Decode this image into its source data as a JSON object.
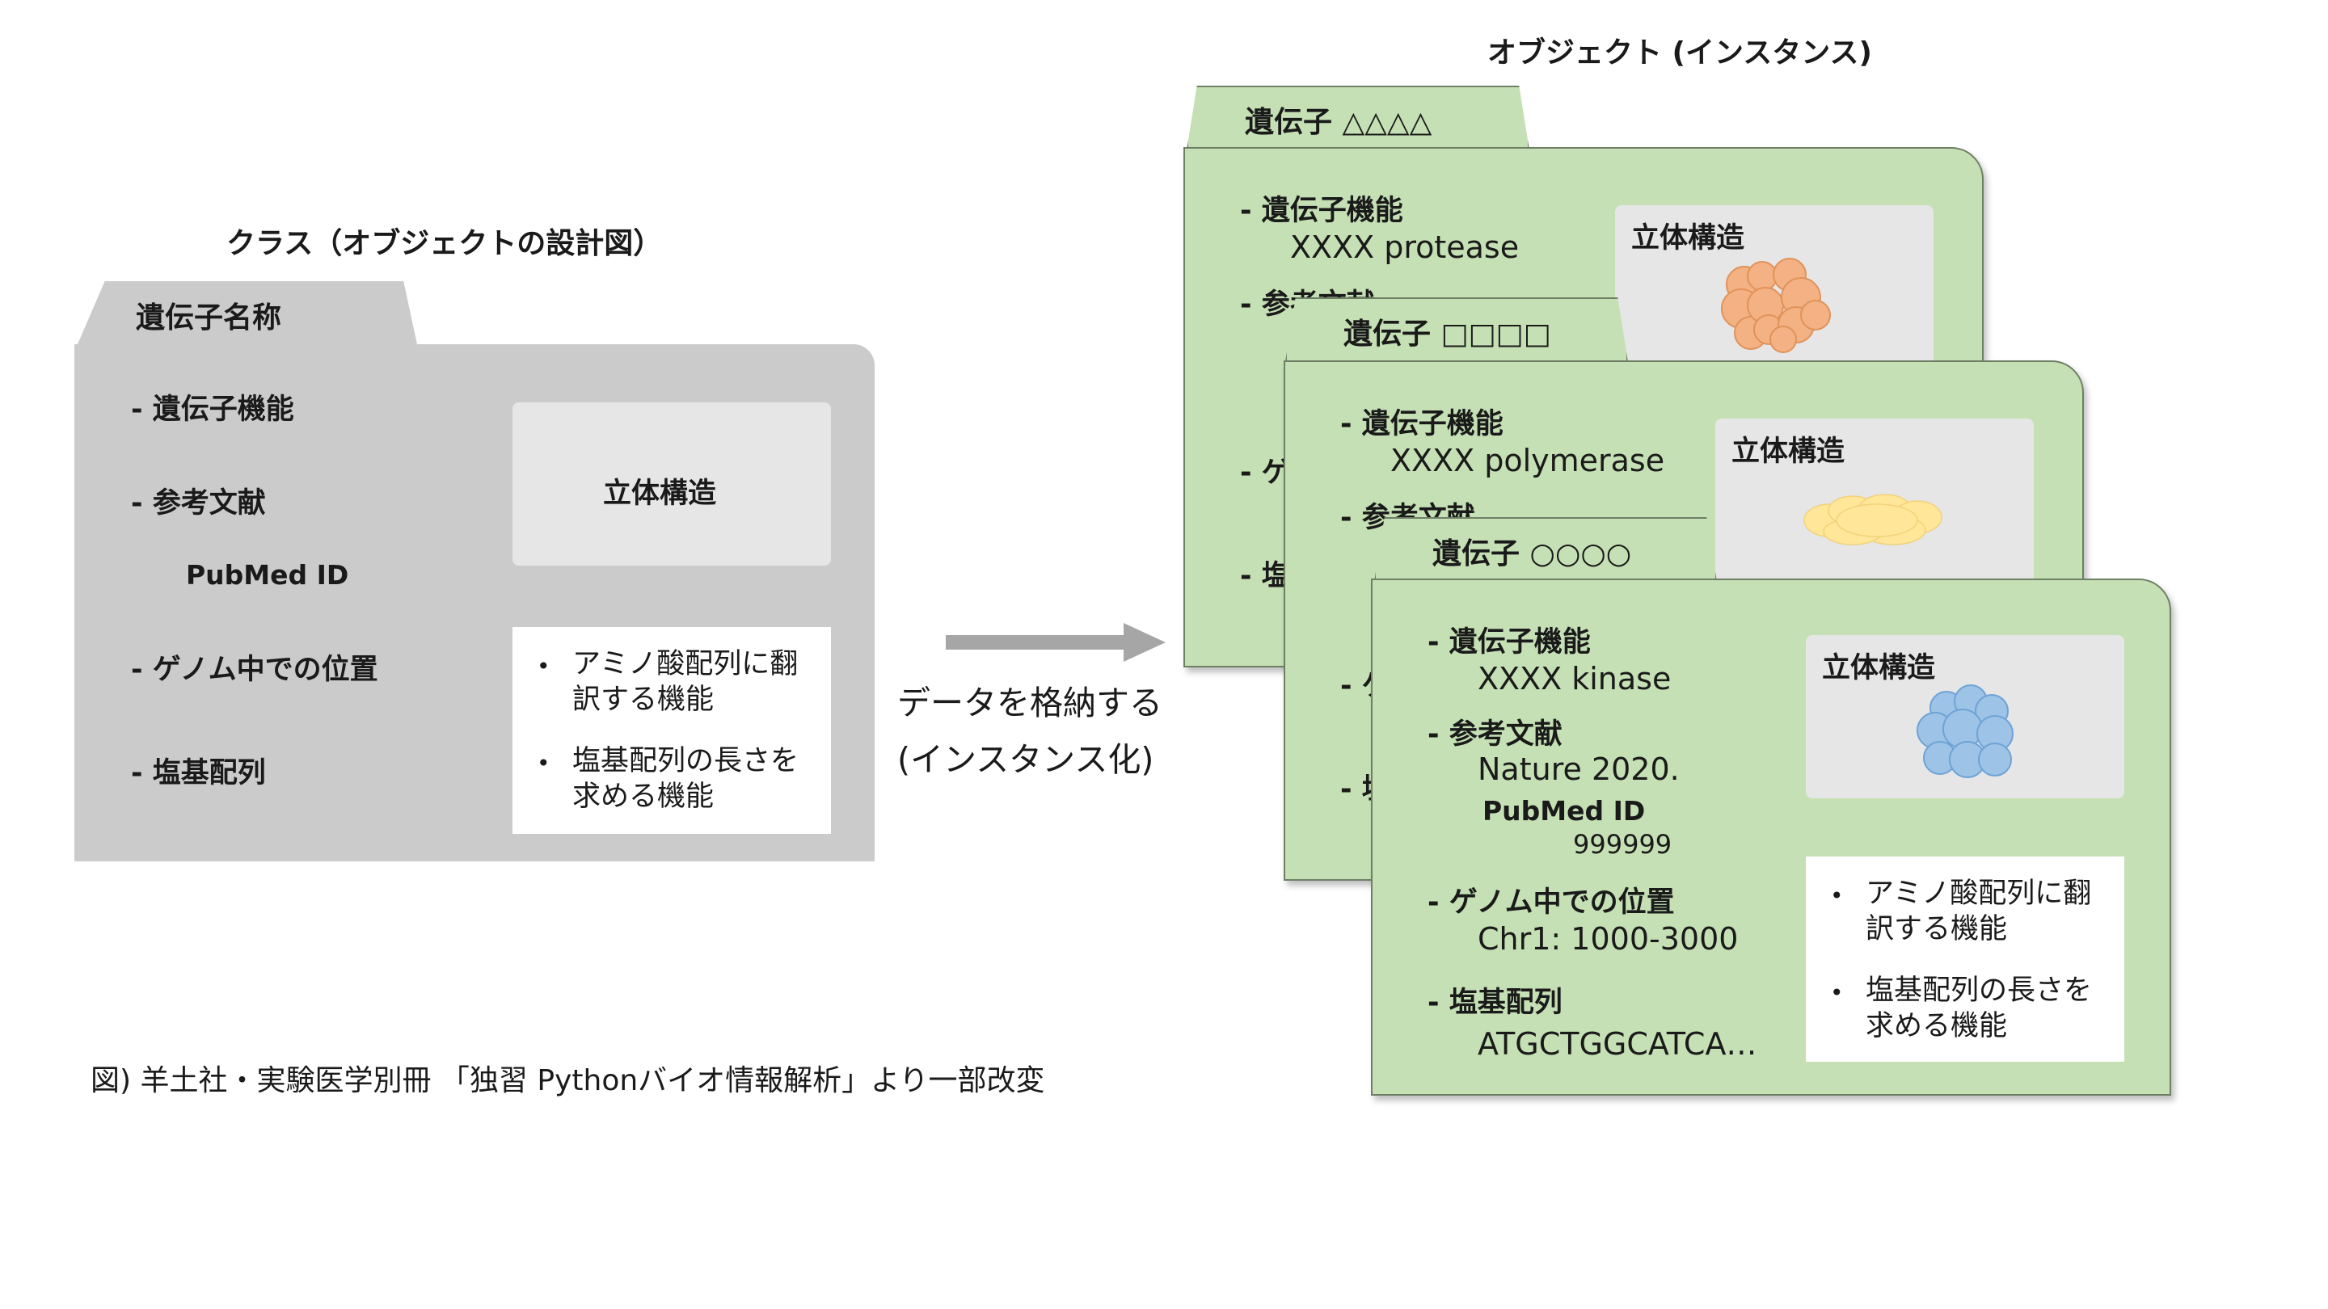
{
  "class_panel": {
    "title": "クラス（オブジェクトの設計図）",
    "tab_label": "遺伝子名称",
    "fields": [
      "- 遺伝子機能",
      "- 参考文献",
      "- ゲノム中での位置",
      "- 塩基配列"
    ],
    "pubmed_label": "PubMed ID",
    "structure_label": "立体構造",
    "methods": [
      {
        "line1": "アミノ酸配列に翻",
        "line2": "訳する機能"
      },
      {
        "line1": "塩基配列の長さを",
        "line2": "求める機能"
      }
    ]
  },
  "arrow": {
    "line1": "データを格納する",
    "line2": "(インスタンス化)",
    "color": "#a6a6a6"
  },
  "objects": {
    "title": "オブジェクト (インスタンス)",
    "card_color": "#c5e0b4",
    "cards": [
      {
        "tab_label": "遺伝子 △△△△",
        "function_label": "-  遺伝子機能",
        "function_value": "XXXX protease",
        "reference_label": "- 参考文献",
        "partial_labels": [
          "- ゲ",
          "- 塩"
        ],
        "structure_label": "立体構造",
        "protein_color": "#f4b183"
      },
      {
        "tab_label": "遺伝子 □□□□",
        "function_label": "-  遺伝子機能",
        "function_value": "XXXX polymerase",
        "reference_label": "- 参考文献",
        "partial_labels": [
          "- ゲ",
          "- 塩"
        ],
        "structure_label": "立体構造",
        "protein_color": "#ffe699"
      },
      {
        "tab_label": "遺伝子 ○○○○",
        "function_label": "-  遺伝子機能",
        "function_value": "XXXX kinase",
        "reference_label": "- 参考文献",
        "reference_value": "Nature 2020.",
        "pubmed_label": "PubMed ID",
        "pubmed_value": "999999",
        "position_label": "- ゲノム中での位置",
        "position_value": "Chr1: 1000-3000",
        "sequence_label": "- 塩基配列",
        "sequence_value": "ATGCTGGCATCA…",
        "structure_label": "立体構造",
        "protein_color": "#9dc3e6",
        "methods": [
          {
            "line1": "アミノ酸配列に翻",
            "line2": "訳する機能"
          },
          {
            "line1": "塩基配列の長さを",
            "line2": "求める機能"
          }
        ]
      }
    ]
  },
  "caption": "図) 羊土社・実験医学別冊 「独習 Pythonバイオ情報解析」より一部改変"
}
